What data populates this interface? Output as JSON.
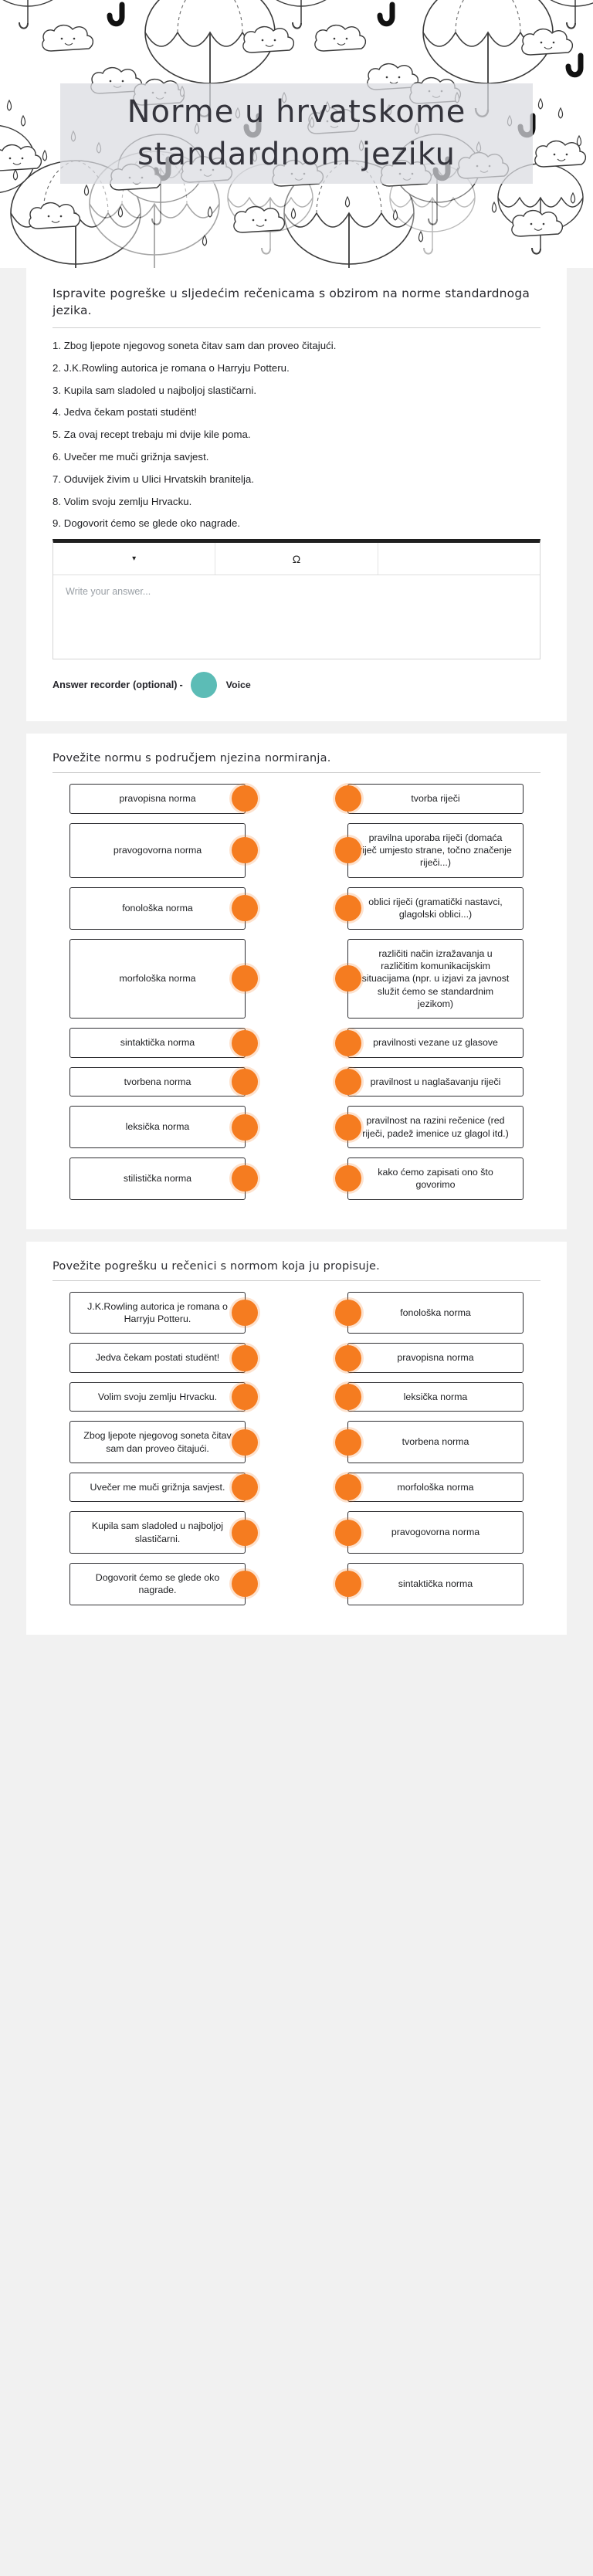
{
  "header": {
    "title_line1": "Norme u hrvatskome",
    "title_line2": "standardnom jeziku"
  },
  "question1": {
    "prompt": "Ispravite pogreške u sljedećim rečenicama s obzirom na norme standardnoga jezika.",
    "sentences": [
      "1. Zbog ljepote njegovog soneta čitav sam dan proveo čitajući.",
      "2. J.K.Rowling autorica je romana o Harryju Potteru.",
      "3. Kupila sam sladoled u najboljoj slastičarni.",
      "4. Jedva čekam postati studënt!",
      "5. Za ovaj recept trebaju mi dvije kile poma.",
      "6. Uvečer me muči grižnja savjest.",
      "7. Oduvijek živim u Ulici Hrvatskih branitelja.",
      "8. Volim svoju zemlju Hrvacku.",
      "9. Dogovorit ćemo se glede oko nagrade."
    ],
    "editor": {
      "font_dropdown": "▾",
      "special_char_icon": "Ω",
      "placeholder": "Write your answer..."
    },
    "recorder": {
      "label": "Answer recorder",
      "optional": "(optional)",
      "dash": "-",
      "voice_label": "Voice"
    }
  },
  "question2": {
    "prompt": "Povežite normu s područjem njezina normiranja.",
    "pairs": [
      {
        "left": "pravopisna norma",
        "right": "tvorba riječi"
      },
      {
        "left": "pravogovorna norma",
        "right": "pravilna uporaba riječi (domaća riječ umjesto strane, točno značenje riječi...)"
      },
      {
        "left": "fonološka norma",
        "right": "oblici riječi (gramatički nastavci, glagolski oblici...)"
      },
      {
        "left": "morfološka norma",
        "right": "različiti način izražavanja u različitim komunikacijskim situacijama (npr. u izjavi za javnost služit ćemo se standardnim jezikom)"
      },
      {
        "left": "sintaktička norma",
        "right": "pravilnosti vezane uz glasove"
      },
      {
        "left": "tvorbena norma",
        "right": "pravilnost u naglašavanju riječi"
      },
      {
        "left": "leksička norma",
        "right": "pravilnost na razini rečenice (red riječi, padež imenice uz glagol itd.)"
      },
      {
        "left": "stilistička norma",
        "right": "kako ćemo zapisati ono što govorimo"
      }
    ]
  },
  "question3": {
    "prompt": "Povežite pogrešku u rečenici s normom koja ju propisuje.",
    "pairs": [
      {
        "left": "J.K.Rowling autorica je romana o Harryju Potteru.",
        "right": "fonološka norma"
      },
      {
        "left": "Jedva čekam postati studënt!",
        "right": "pravopisna norma"
      },
      {
        "left": "Volim svoju zemlju Hrvacku.",
        "right": "leksička norma"
      },
      {
        "left": "Zbog ljepote njegovog soneta čitav sam dan proveo čitajući.",
        "right": "tvorbena norma"
      },
      {
        "left": "Uvečer me muči grižnja savjest.",
        "right": "morfološka norma"
      },
      {
        "left": "Kupila sam sladoled u najboljoj slastičarni.",
        "right": "pravogovorna norma"
      },
      {
        "left": "Dogovorit ćemo se glede oko nagrade.",
        "right": "sintaktička norma"
      }
    ]
  },
  "colors": {
    "accent_dot": "#f57c20",
    "record_button": "#5cbcb6",
    "title_overlay": "#dadbe0"
  }
}
